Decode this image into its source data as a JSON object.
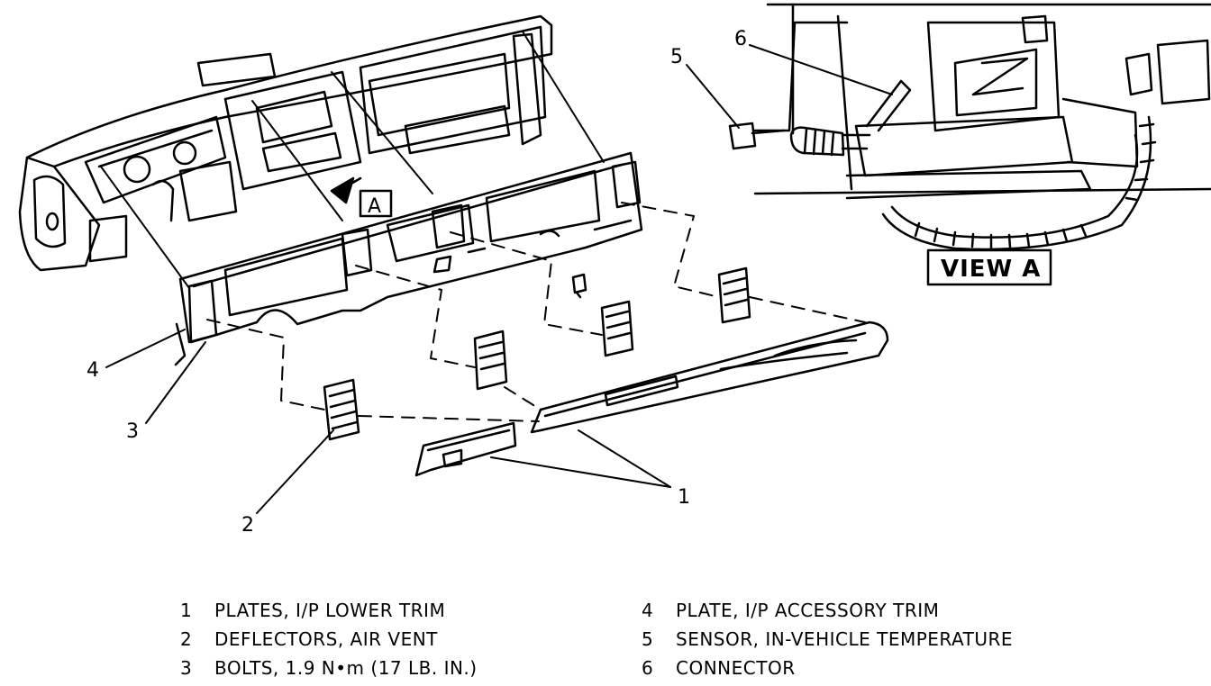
{
  "callouts": {
    "c1": "1",
    "c2": "2",
    "c3": "3",
    "c4": "4",
    "c5": "5",
    "c6": "6",
    "view_marker": "A",
    "view_label": "VIEW A"
  },
  "legend": {
    "left": [
      {
        "num": "1",
        "text": "PLATES, I/P LOWER TRIM"
      },
      {
        "num": "2",
        "text": "DEFLECTORS, AIR VENT"
      },
      {
        "num": "3",
        "text": "BOLTS, 1.9 N•m (17 LB. IN.)"
      }
    ],
    "right": [
      {
        "num": "4",
        "text": "PLATE, I/P ACCESSORY TRIM"
      },
      {
        "num": "5",
        "text": "SENSOR, IN-VEHICLE TEMPERATURE"
      },
      {
        "num": "6",
        "text": "CONNECTOR"
      }
    ]
  }
}
